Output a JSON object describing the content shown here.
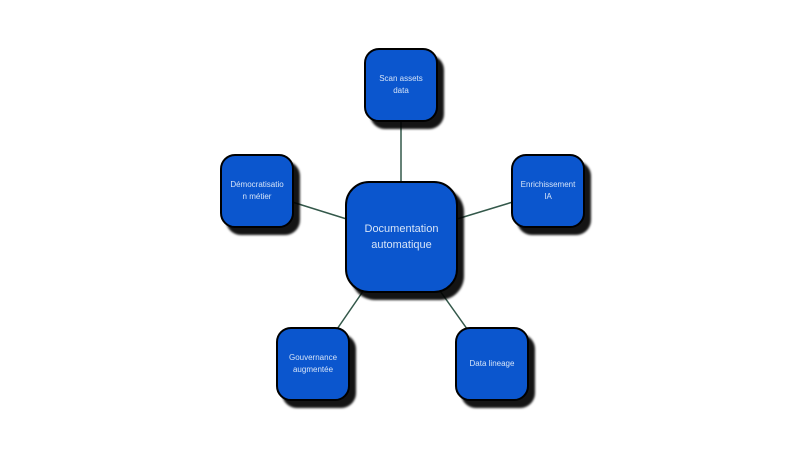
{
  "diagram": {
    "type": "radial",
    "colors": {
      "page_bg": "#ffffff",
      "node_fill": "#0b56ce",
      "node_border": "#000000",
      "node_text": "#d6e4f8",
      "connector": "#33584a"
    },
    "center_node": {
      "id": "documentation-automatique",
      "label": "Documentation\nautomatique"
    },
    "satellites": [
      {
        "id": "scan-assets-data",
        "position": "top",
        "label": "Scan assets\ndata"
      },
      {
        "id": "enrichissement-ia",
        "position": "right",
        "label": "Enrichissement\nIA"
      },
      {
        "id": "data-lineage",
        "position": "bottom-right",
        "label": "Data lineage"
      },
      {
        "id": "gouvernance-augmentee",
        "position": "bottom-left",
        "label": "Gouvernance\naugmentée"
      },
      {
        "id": "democratisation-metier",
        "position": "left",
        "label": "Démocratisatio\nn métier"
      }
    ],
    "connectors": [
      {
        "from": "documentation-automatique",
        "to": "scan-assets-data"
      },
      {
        "from": "documentation-automatique",
        "to": "enrichissement-ia"
      },
      {
        "from": "documentation-automatique",
        "to": "data-lineage"
      },
      {
        "from": "documentation-automatique",
        "to": "gouvernance-augmentee"
      },
      {
        "from": "documentation-automatique",
        "to": "democratisation-metier"
      }
    ]
  }
}
